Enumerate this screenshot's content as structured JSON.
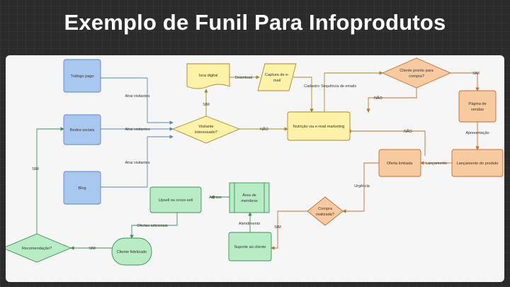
{
  "title": "Exemplo de Funil Para Infoprodutos",
  "nodes": {
    "trafego_pago": "Tráfego pago",
    "redes_sociais": "Redes sociais",
    "blog": "Blog",
    "isca_digital": "Isca digital",
    "captura_l1": "Captura de e-",
    "captura_l2": "mail",
    "visitante_l1": "Visitante",
    "visitante_l2": "interessado?",
    "nutricao": "Nutrição via e-mail marketing",
    "cliente_pronto_l1": "Cliente pronto para",
    "cliente_pronto_l2": "compra?",
    "pagina_l1": "Página de",
    "pagina_l2": "vendas",
    "lancamento": "Lançamento do produto",
    "oferta": "Oferta limitada",
    "compra_l1": "Compra",
    "compra_l2": "realizada?",
    "area_l1": "Área de",
    "area_l2": "membros",
    "upsell": "Upsell ou cross-sell",
    "suporte": "Suporte ao cliente",
    "cliente_fidelizado": "Cliente fidelizado",
    "recomendacao": "Recomendação?"
  },
  "edges": {
    "atrai1": "Atrai visitantes",
    "atrai2": "Atrai visitantes",
    "atrai3": "Atrai visitantes",
    "download": "Download",
    "cadastro": "Cadastro",
    "sequencia": "Sequência de emails",
    "sim_isca": "SIM",
    "nao_visitante": "NÃO",
    "sim_pronto": "SIM",
    "nao_pronto": "NÃO",
    "apresentacao": "Apresentação",
    "lancamento": "Lançamento",
    "nao_oferta": "NÃO",
    "urgencia": "Urgência",
    "sim_compra": "SIM",
    "atendimento": "Atendimento",
    "acesso": "Acesso",
    "ofertas": "Ofertas adicionais",
    "sim_fidel": "SIM",
    "sim_recom": "SIM"
  },
  "colors": {
    "blue_fill": "#a9c8ef",
    "blue_stroke": "#5b86c4",
    "yellow_fill": "#fdf2a8",
    "yellow_stroke": "#a68a2a",
    "orange_fill": "#f8caa0",
    "orange_stroke": "#c46d2e",
    "green_fill": "#b7ecc4",
    "green_stroke": "#3d8f57"
  }
}
